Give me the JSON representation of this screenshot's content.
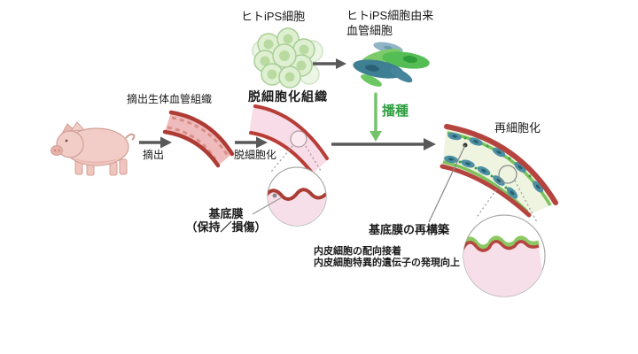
{
  "figure": {
    "type": "scientific-process-diagram",
    "topic": "Decellularization and recellularization of porcine blood vessels with human iPS-derived vascular cells",
    "labels": {
      "ips_cells": "ヒトiPS細胞",
      "ips_derived_line1": "ヒトiPS細胞由来",
      "ips_derived_line2": "血管細胞",
      "native_tissue": "摘出生体血管組織",
      "extraction": "摘出",
      "decellularization": "脱細胞化",
      "decellularized_tissue": "脱細胞化組織",
      "seeding": "播種",
      "recellularization": "再細胞化",
      "basement_membrane": "基底膜",
      "basement_membrane_state": "（保持／損傷）",
      "basement_membrane_rebuild": "基底膜の再構築",
      "endothelial_adhesion": "内皮細胞の配向接着",
      "gene_expression": "内皮細胞特異的遺伝子の発現向上"
    },
    "icons": [
      "pig-icon",
      "ips-cell-cluster-icon",
      "vascular-cells-icon",
      "native-vessel-icon",
      "decellularized-vessel-icon",
      "recellularized-vessel-icon",
      "magnifier-circle-basement-membrane",
      "magnifier-circle-rebuilt-membrane",
      "right-arrow-icon",
      "down-arrow-icon"
    ],
    "colors": {
      "background": "#ffffff",
      "arrow_gray": "#595959",
      "seeding_green": "#77c36d",
      "seeding_text_green": "#2f9e41",
      "vessel_red": "#ae3c35",
      "native_vessel_pink": "#f0bbbc",
      "decell_vessel_pink": "#f8dce7",
      "magnifier_pink": "#f7dfe9",
      "membrane_red": "#a93c33",
      "membrane_green": "#8cc863",
      "ips_cell_green": "#dff0d2",
      "vascular_cell_green": "#55bd55",
      "vascular_cell_teal": "#3f7f93",
      "pig_pink": "#f2cdc7"
    }
  }
}
